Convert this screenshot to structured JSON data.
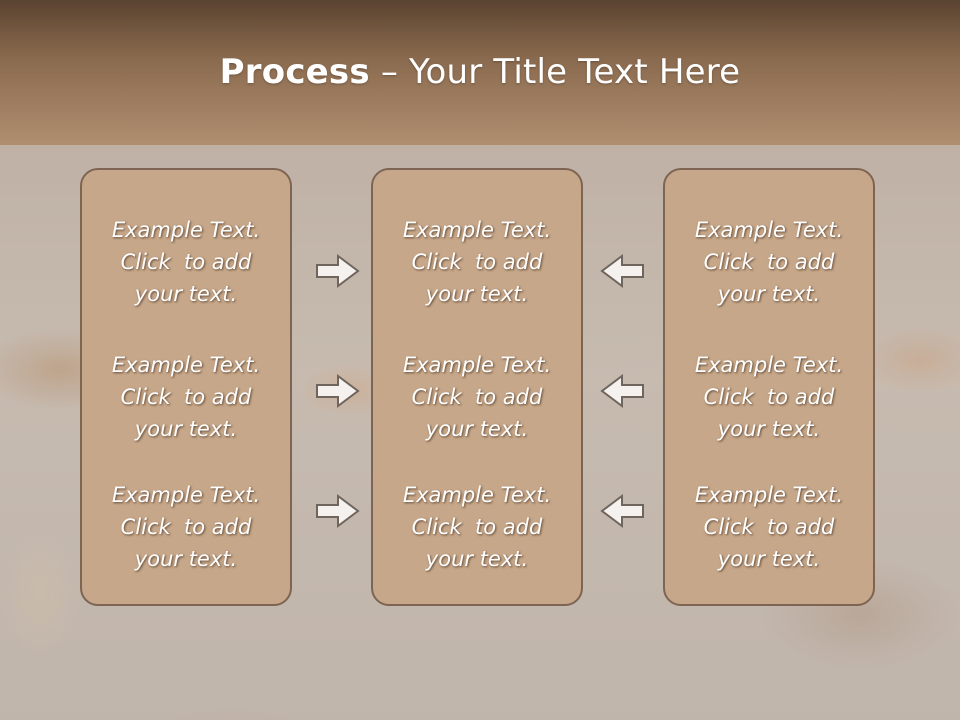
{
  "slide": {
    "title_bold": "Process",
    "title_sep": " – ",
    "title_rest": "Your Title Text Here"
  },
  "boxes": [
    {
      "items": [
        {
          "line1": "Example Text.",
          "line2": "Click  to add",
          "line3": "your text."
        },
        {
          "line1": "Example Text.",
          "line2": "Click  to add",
          "line3": "your text."
        },
        {
          "line1": "Example Text.",
          "line2": "Click  to add",
          "line3": "your text."
        }
      ]
    },
    {
      "items": [
        {
          "line1": "Example Text.",
          "line2": "Click  to add",
          "line3": "your text."
        },
        {
          "line1": "Example Text.",
          "line2": "Click  to add",
          "line3": "your text."
        },
        {
          "line1": "Example Text.",
          "line2": "Click  to add",
          "line3": "your text."
        }
      ]
    },
    {
      "items": [
        {
          "line1": "Example Text.",
          "line2": "Click  to add",
          "line3": "your text."
        },
        {
          "line1": "Example Text.",
          "line2": "Click  to add",
          "line3": "your text."
        },
        {
          "line1": "Example Text.",
          "line2": "Click  to add",
          "line3": "your text."
        }
      ]
    }
  ],
  "arrows": {
    "left_column": "arrow-right-icon",
    "right_column": "arrow-left-icon"
  },
  "colors": {
    "header_top": "#5a4330",
    "header_bottom": "#b08e70",
    "box_fill": "#c7a789",
    "box_border": "#7e6553",
    "text": "#ffffff"
  }
}
